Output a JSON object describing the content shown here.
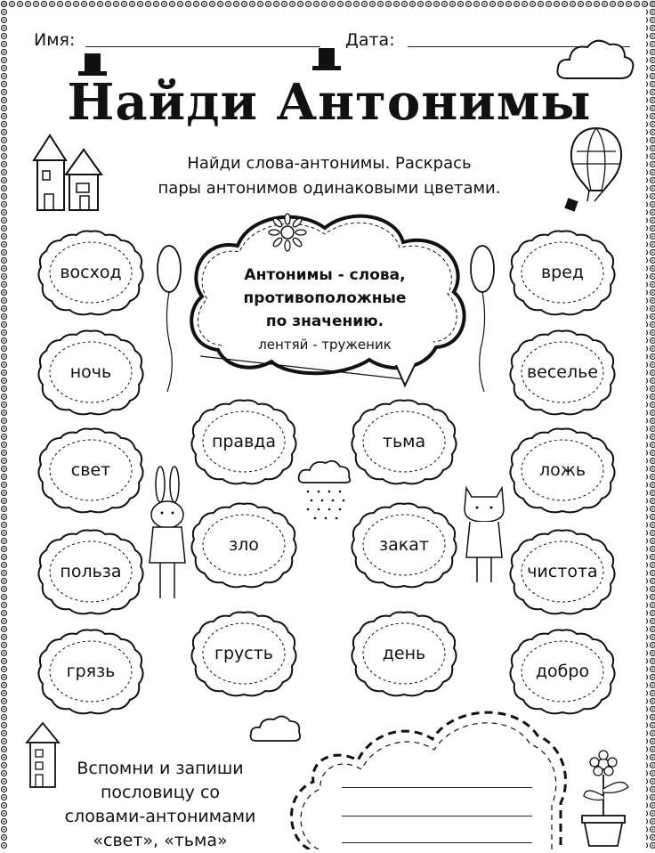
{
  "header": {
    "name_label": "Имя:",
    "date_label": "Дата:"
  },
  "title": "Найди Антонимы",
  "instructions": {
    "line1": "Найди слова-антонимы. Раскрась",
    "line2": "пары антонимов одинаковыми цветами."
  },
  "definition": {
    "line1": "Антонимы - слова,",
    "line2": "противоположные",
    "line3": "по значению.",
    "example": "лентяй - труженик"
  },
  "words": {
    "left": [
      "восход",
      "ночь",
      "свет",
      "польза",
      "грязь"
    ],
    "center_left": [
      "правда",
      "зло",
      "грусть"
    ],
    "center_right": [
      "тьма",
      "закат",
      "день"
    ],
    "right": [
      "вред",
      "веселье",
      "ложь",
      "чистота",
      "добро"
    ]
  },
  "task": {
    "line1": "Вспомни и запиши",
    "line2": "пословицу со",
    "line3": "словами-антонимами",
    "line4": "«свет», «тьма»"
  },
  "icons": [
    "house-icon",
    "balloon-icon",
    "hot-air-balloon-icon",
    "cloud-icon",
    "rain-cloud-icon",
    "bunny-icon",
    "cat-icon",
    "flower-pot-icon",
    "sun-flower-icon"
  ]
}
